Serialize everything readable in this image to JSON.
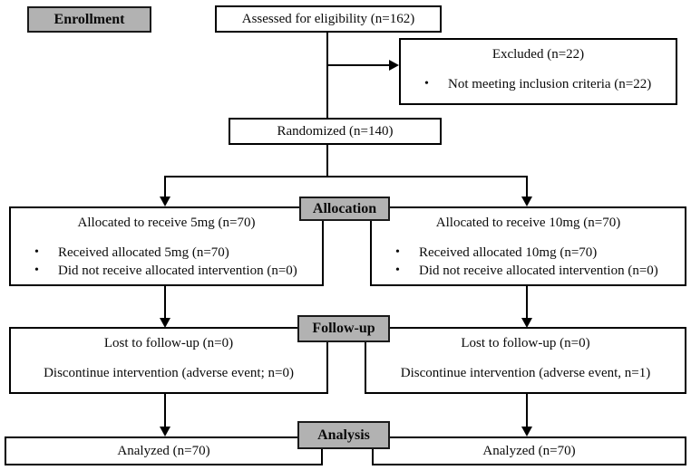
{
  "colors": {
    "stage_label_fill": "#b2b2b2",
    "border": "#000000",
    "background": "#ffffff"
  },
  "bullet_glyph": "•",
  "stages": {
    "enrollment": {
      "label": "Enrollment"
    },
    "allocation": {
      "label": "Allocation"
    },
    "followup": {
      "label": "Follow-up"
    },
    "analysis": {
      "label": "Analysis"
    }
  },
  "nodes": {
    "assessed": {
      "text": "Assessed for eligibility (n=162)"
    },
    "excluded": {
      "title": "Excluded (n=22)",
      "bullets": [
        "Not meeting inclusion criteria (n=22)"
      ]
    },
    "randomized": {
      "text": "Randomized (n=140)"
    },
    "alloc_5mg": {
      "title": "Allocated to receive 5mg (n=70)",
      "bullets": [
        "Received allocated 5mg (n=70)",
        "Did not receive allocated intervention (n=0)"
      ]
    },
    "alloc_10mg": {
      "title": "Allocated to receive 10mg (n=70)",
      "bullets": [
        "Received allocated 10mg (n=70)",
        "Did not receive allocated intervention (n=0)"
      ]
    },
    "followup_5mg": {
      "line1": "Lost to follow-up (n=0)",
      "line2": "Discontinue intervention (adverse event; n=0)"
    },
    "followup_10mg": {
      "line1": "Lost to follow-up (n=0)",
      "line2": "Discontinue intervention (adverse event, n=1)"
    },
    "analyzed_5mg": {
      "text": "Analyzed (n=70)"
    },
    "analyzed_10mg": {
      "text": "Analyzed (n=70)"
    }
  }
}
